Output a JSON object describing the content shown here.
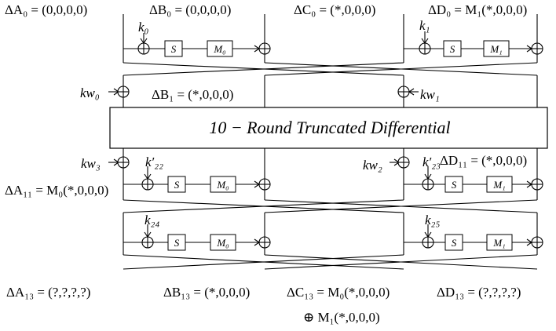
{
  "labels": {
    "dA0": "ΔA₀ = (0,0,0,0)",
    "dB0": "ΔB₀ = (0,0,0,0)",
    "dC0": "ΔC₀ = (*,0,0,0)",
    "dD0": "ΔD₀ = M₁(*,0,0,0)",
    "k0": "k₀",
    "k1": "k₁",
    "kw0": "kw₀",
    "kw1": "kw₁",
    "dB1": "ΔB₁ = (*,0,0,0)",
    "middle": "10 − Round Truncated Differential",
    "kw3": "kw₃",
    "kw2": "kw₂",
    "k22": "k′₂₂",
    "k23": "k′₂₃",
    "dD11": "ΔD₁₁ = (*,0,0,0)",
    "dA11": "ΔA₁₁ = M₀(*,0,0,0)",
    "k24": "k₂₄",
    "k25": "k₂₅",
    "dA13": "ΔA₁₃ = (?,?,?,?)",
    "dB13": "ΔB₁₃ = (*,0,0,0)",
    "dC13": "ΔC₁₃ = M₀(*,0,0,0)",
    "dC13b": "⊕ M₁(*,0,0,0)",
    "dD13": "ΔD₁₃ = (?,?,?,?)"
  },
  "boxes": {
    "S": "S",
    "M0": "M₀",
    "M1": "M₁"
  }
}
